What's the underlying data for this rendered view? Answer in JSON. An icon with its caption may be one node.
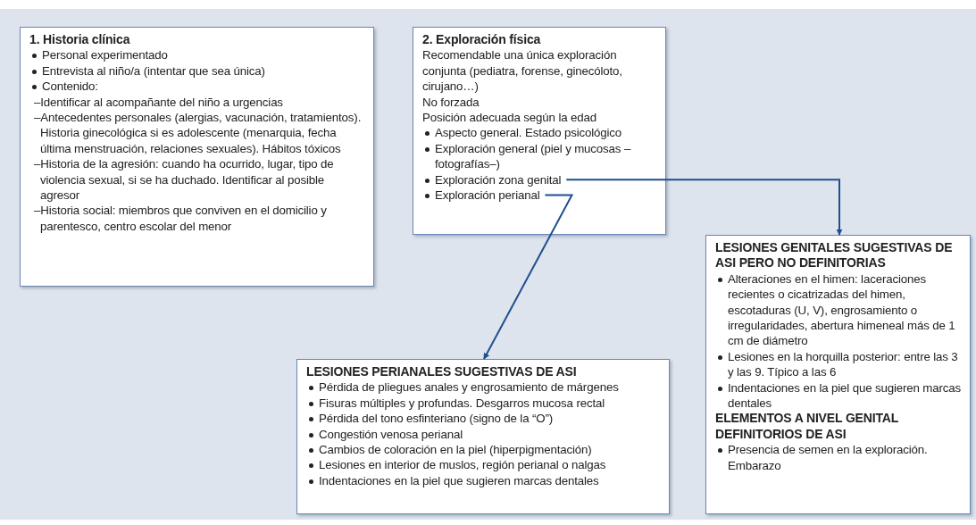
{
  "diagram": {
    "nodes": [
      {
        "text": [
          "1. Historia clínica",
          "Personal experimentado",
          "Entrevista al niño/a (intentar que sea única)",
          "Contenido:",
          "–Identificar al acompañante del niño a urgencias",
          "–Antecedentes personales (alergias, vacunación, tratamientos). Historia ginecológica si es adolescente (menarquia, fecha última menstruación, relaciones sexuales). Hábitos tóxicos",
          "–Historia de la agresión: cuando ha ocurrido, lugar, tipo de violencia sexual, si se ha duchado. Identificar al posible agresor",
          "–Historia social: miembros que conviven en el domicilio y parentesco, centro escolar del menor"
        ]
      },
      {
        "text": [
          "2. Exploración física",
          "Recomendable una única exploración conjunta (pediatra, forense, ginecóloto, cirujano…)",
          "No forzada",
          "Posición adecuada según la edad",
          "Aspecto general. Estado psicológico",
          "Exploración general (piel y mucosas –fotografías–)",
          "Exploración zona genital",
          "Exploración perianal"
        ]
      },
      {
        "text": [
          "LESIONES PERIANALES SUGESTIVAS DE ASI",
          "Pérdida de pliegues anales y engrosamiento de márgenes",
          "Fisuras múltiples y profundas. Desgarros mucosa rectal",
          "Pérdida del tono esfinteriano (signo de la “O”)",
          "Congestión venosa perianal",
          "Cambios de coloración en la piel (hiperpigmentación)",
          "Lesiones en interior de muslos, región perianal o nalgas",
          "Indentaciones en la piel que sugieren marcas dentales"
        ]
      },
      {
        "text": [
          "LESIONES GENITALES SUGESTIVAS DE ASI PERO NO DEFINITORIAS",
          "Alteraciones en el himen: laceraciones recientes o cicatrizadas del himen, escotaduras (U, V), engrosamiento o irregularidades, abertura himeneal más de 1 cm de diámetro",
          "Lesiones en la horquilla posterior: entre las 3 y las 9. Típico a las 6",
          "Indentaciones en la piel que sugieren marcas dentales",
          "ELEMENTOS A NIVEL GENITAL DEFINITORIOS DE ASI",
          "Presencia de semen en la exploración. Embarazo"
        ]
      }
    ],
    "edges": [
      {
        "from": 1,
        "to": 3,
        "arrow": "to"
      },
      {
        "from": 1,
        "to": 2,
        "arrow": "to"
      }
    ]
  }
}
